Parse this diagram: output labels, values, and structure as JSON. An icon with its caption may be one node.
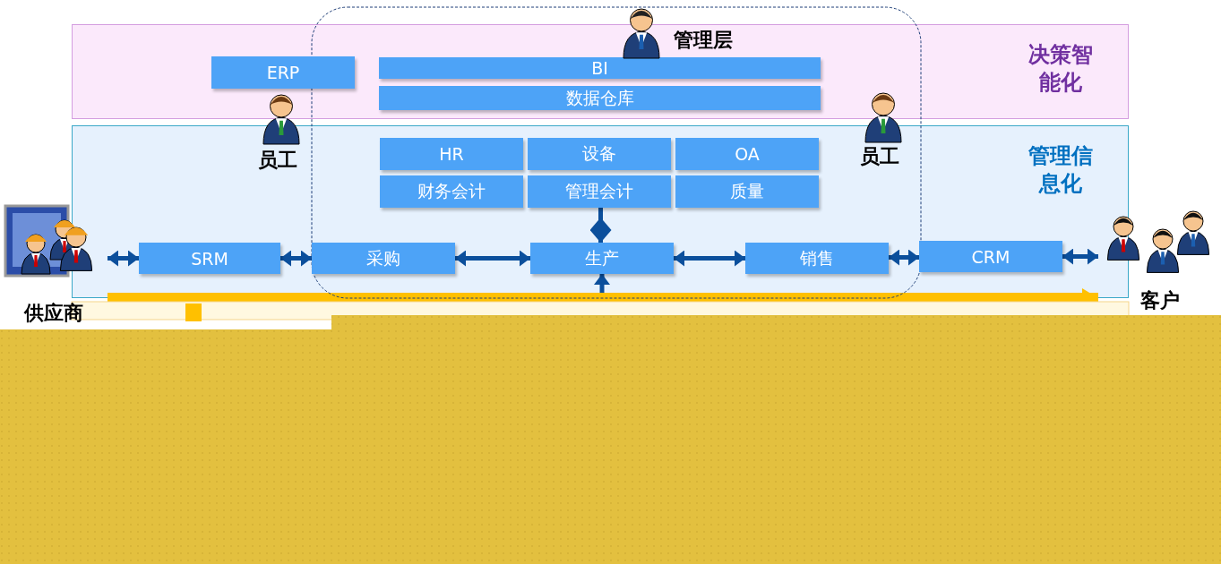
{
  "diagram": {
    "nodes": [
      {
        "text": [
          "决策智能化"
        ]
      },
      {
        "text": [
          "管理信息化"
        ]
      },
      {
        "text": [
          "ERP"
        ],
        "in": 0
      },
      {
        "text": [
          "BI"
        ],
        "in": 0
      },
      {
        "text": [
          "数据仓库"
        ],
        "in": 0
      },
      {
        "text": [
          "HR"
        ],
        "in": 1
      },
      {
        "text": [
          "设备"
        ],
        "in": 1
      },
      {
        "text": [
          "OA"
        ],
        "in": 1
      },
      {
        "text": [
          "财务会计"
        ],
        "in": 1
      },
      {
        "text": [
          "管理会计"
        ],
        "in": 1
      },
      {
        "text": [
          "质量"
        ],
        "in": 1
      },
      {
        "text": [
          "供应商"
        ]
      },
      {
        "text": [
          "SRM"
        ],
        "in": 1
      },
      {
        "text": [
          "采购"
        ],
        "in": 1
      },
      {
        "text": [
          "生产"
        ],
        "in": 1
      },
      {
        "text": [
          "销售"
        ],
        "in": 1
      },
      {
        "text": [
          "CRM"
        ],
        "in": 1
      },
      {
        "text": [
          "客户"
        ]
      }
    ],
    "edges": [
      {
        "from": 11,
        "to": 12,
        "arrow": "both"
      },
      {
        "from": 12,
        "to": 13,
        "arrow": "both"
      },
      {
        "from": 13,
        "to": 14,
        "arrow": "both"
      },
      {
        "from": 14,
        "to": 15,
        "arrow": "both"
      },
      {
        "from": 15,
        "to": 16,
        "arrow": "both"
      },
      {
        "from": 16,
        "to": 17,
        "arrow": "both"
      },
      {
        "from": 9,
        "to": 14,
        "arrow": "other"
      },
      {
        "from": 14,
        "to": null,
        "arrow": "both"
      },
      {
        "from": 11,
        "to": 17,
        "arrow": "to",
        "style": "thick",
        "color": "#ffc000"
      }
    ],
    "labels": [
      "管理层",
      "员工",
      "员工"
    ]
  }
}
